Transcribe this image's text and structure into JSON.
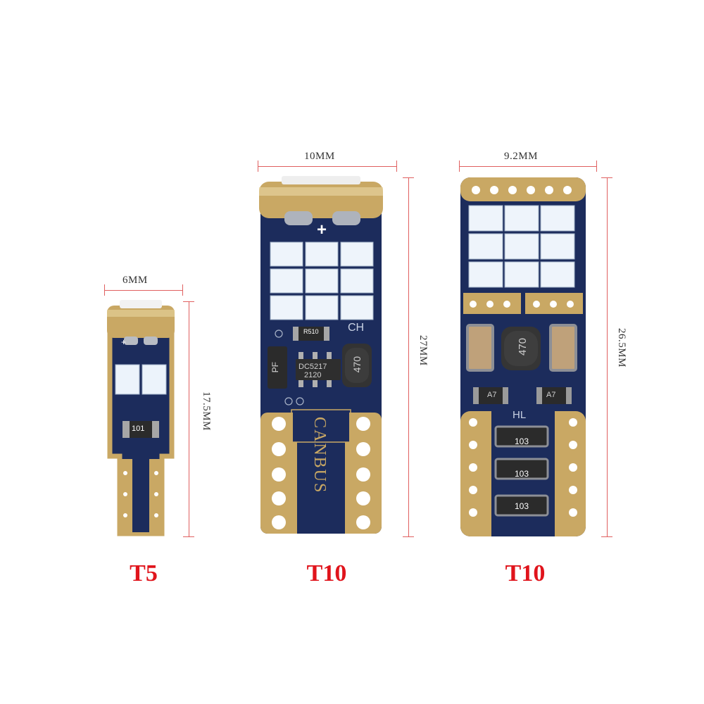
{
  "bulbs": [
    {
      "name": "T5",
      "width_label": "6MM",
      "height_label": "17.5MM",
      "resistor_code": "101"
    },
    {
      "name": "T10",
      "width_label": "10MM",
      "height_label": "27MM",
      "resistor_code": "R510",
      "ic_label_1": "DC5217",
      "ic_label_2": "2120",
      "inductor_code": "470",
      "chip_mark": "PF",
      "channel_mark": "CH",
      "board_text": "CANBUS"
    },
    {
      "name": "T10",
      "width_label": "9.2MM",
      "height_label": "26.5MM",
      "inductor_code": "470",
      "diode_code_1": "A7",
      "diode_code_2": "A7",
      "board_mark": "HL",
      "resistor_codes": [
        "103",
        "103",
        "103"
      ]
    }
  ],
  "colors": {
    "pcb": "#1c2c5c",
    "gold": "#c9a864",
    "label_red": "#e0141c",
    "dim_line": "#e06060"
  }
}
